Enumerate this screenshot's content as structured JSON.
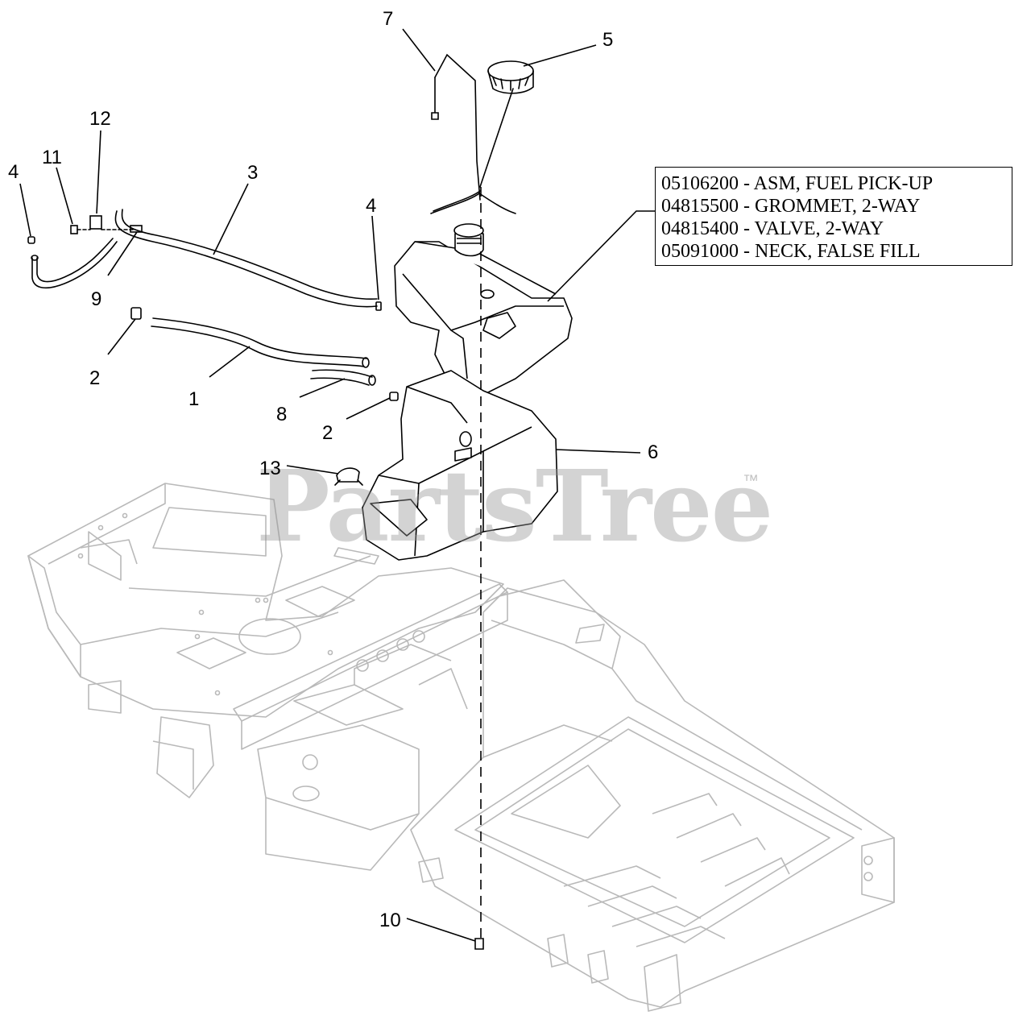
{
  "callouts": {
    "c1": "1",
    "c2a": "2",
    "c2b": "2",
    "c3": "3",
    "c4a": "4",
    "c4b": "4",
    "c5": "5",
    "c6": "6",
    "c7": "7",
    "c8": "8",
    "c9": "9",
    "c10": "10",
    "c11": "11",
    "c12": "12",
    "c13": "13"
  },
  "legend": {
    "line1": "05106200 - ASM, FUEL PICK-UP",
    "line2": "04815500 - GROMMET, 2-WAY",
    "line3": "04815400 - VALVE, 2-WAY",
    "line4": "05091000 - NECK, FALSE FILL"
  },
  "watermark": {
    "text": "PartsTree",
    "tm": "™"
  },
  "colors": {
    "ink": "#000000",
    "frame": "#b9b9b9",
    "watermark": "#969696"
  }
}
